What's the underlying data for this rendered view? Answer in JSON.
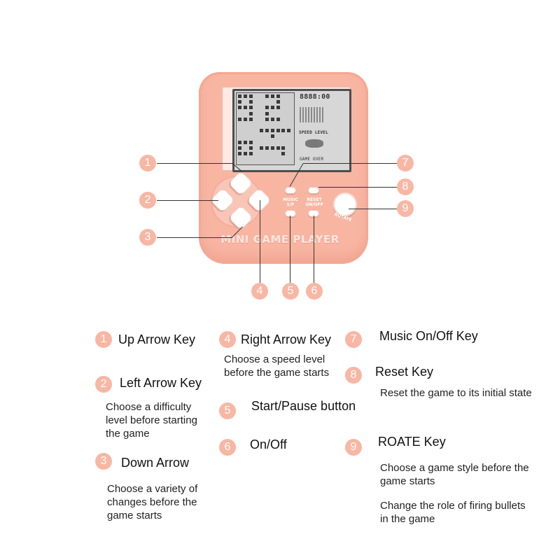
{
  "device": {
    "brand": "MINI GAME PLAYER",
    "lcd": {
      "score": "8888:00",
      "speed_level_label": "SPEED LEVEL",
      "game_over_label": "GAME OVER"
    },
    "button_labels": {
      "music_line1": "MUSIC",
      "music_line2": "S/P",
      "reset_line1": "RESET",
      "reset_line2": "ON/OFF",
      "rotate": "ROTATE"
    }
  },
  "callouts": [
    "1",
    "2",
    "3",
    "4",
    "5",
    "6",
    "7",
    "8",
    "9"
  ],
  "legend": [
    {
      "number": "1",
      "title": "Up Arrow Key",
      "description": []
    },
    {
      "number": "2",
      "title": "Left Arrow Key",
      "description": [
        "Choose a difficulty",
        "level before starting",
        "the game"
      ]
    },
    {
      "number": "3",
      "title": "Down Arrow",
      "description": [
        "Choose a variety of",
        "changes before the",
        "game starts"
      ]
    },
    {
      "number": "4",
      "title": "Right Arrow Key",
      "description": [
        "Choose a speed level",
        "before the game starts"
      ]
    },
    {
      "number": "5",
      "title": "Start/Pause button",
      "description": []
    },
    {
      "number": "6",
      "title": "On/Off",
      "description": []
    },
    {
      "number": "7",
      "title": "Music On/Off Key",
      "description": []
    },
    {
      "number": "8",
      "title": "Reset Key",
      "description": [
        "Reset the game to its initial state"
      ]
    },
    {
      "number": "9",
      "title": "ROATE Key",
      "description": [
        "Choose a game style before the",
        "game starts"
      ],
      "description2": [
        "Change the role of firing bullets",
        "in the game"
      ]
    }
  ],
  "colors": {
    "device": "#f8b5a2",
    "badge": "#f8b7a4",
    "lcd": "#d7d7d7"
  }
}
